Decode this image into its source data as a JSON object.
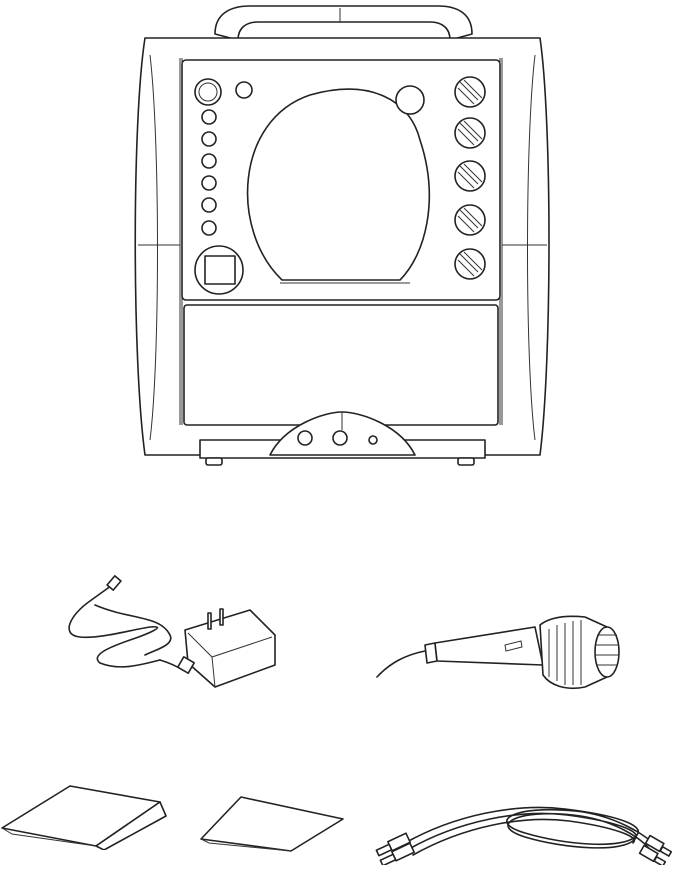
{
  "figures": [
    {
      "id": "karaoke-machine",
      "icon": "karaoke-machine-icon"
    },
    {
      "id": "ac-adapter",
      "icon": "power-adapter-icon"
    },
    {
      "id": "microphone",
      "icon": "microphone-icon"
    },
    {
      "id": "instruction-manual",
      "icon": "booklet-icon"
    },
    {
      "id": "leaflet",
      "icon": "document-icon"
    },
    {
      "id": "av-cable",
      "icon": "rca-cable-icon"
    }
  ],
  "colors": {
    "line": "#222222",
    "background": "#ffffff"
  }
}
